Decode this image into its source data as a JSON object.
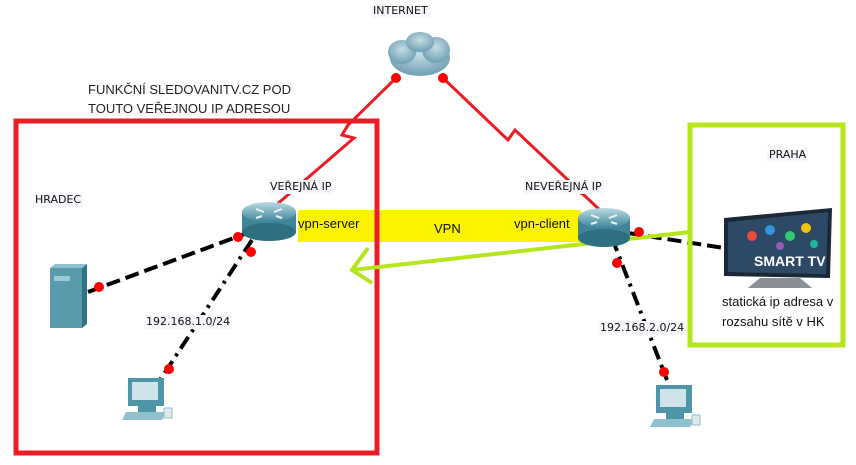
{
  "labels": {
    "internet": "INTERNET",
    "hradec": "HRADEC",
    "praha": "PRAHA",
    "public_ip": "VEŘEJNÁ IP",
    "private_ip": "NEVEŘEJNÁ IP",
    "subnet_hk": "192.168.1.0/24",
    "subnet_praha": "192.168.2.0/24",
    "note_line1": "FUNKČNÍ SLEDOVANITV.CZ POD",
    "note_line2": "TOUTO VEŘEJNOU IP ADRESOU",
    "vpn_server": "vpn-server",
    "vpn": "VPN",
    "vpn_client": "vpn-client",
    "tv_note": "statická ip adresa v rozsahu sítě v HK",
    "tv_brand": "SMART TV"
  },
  "colors": {
    "hradec_frame": "#ec1c24",
    "praha_frame": "#b5e61d",
    "wan_link": "#ec1c24",
    "lan_link": "#000000",
    "port_dot": "#ff0000",
    "vpn_bar": "#fbf200",
    "device": "#4f95a8"
  },
  "nodes": [
    {
      "id": "internet",
      "type": "cloud"
    },
    {
      "id": "router-hradec",
      "type": "router"
    },
    {
      "id": "router-praha",
      "type": "router"
    },
    {
      "id": "server-hradec",
      "type": "server"
    },
    {
      "id": "pc-hradec",
      "type": "pc"
    },
    {
      "id": "pc-praha",
      "type": "pc"
    },
    {
      "id": "smart-tv",
      "type": "tv"
    }
  ],
  "links": [
    {
      "from": "internet",
      "to": "router-hradec",
      "kind": "wan"
    },
    {
      "from": "internet",
      "to": "router-praha",
      "kind": "wan"
    },
    {
      "from": "router-hradec",
      "to": "server-hradec",
      "kind": "lan"
    },
    {
      "from": "router-hradec",
      "to": "pc-hradec",
      "kind": "lan"
    },
    {
      "from": "router-praha",
      "to": "pc-praha",
      "kind": "lan"
    },
    {
      "from": "router-praha",
      "to": "smart-tv",
      "kind": "lan"
    }
  ]
}
